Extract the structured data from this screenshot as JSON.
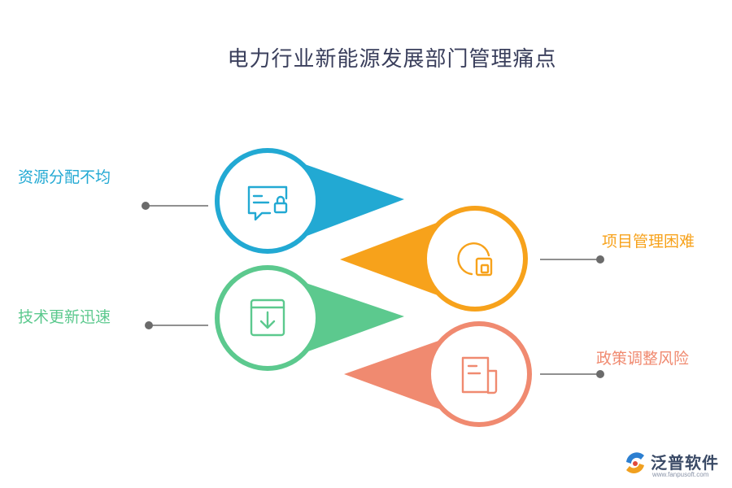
{
  "title": "电力行业新能源发展部门管理痛点",
  "items": [
    {
      "label": "资源分配不均",
      "color": "#22a9d3",
      "icon": "message-lock-icon"
    },
    {
      "label": "项目管理困难",
      "color": "#f7a21b",
      "icon": "pie-chart-icon"
    },
    {
      "label": "技术更新迅速",
      "color": "#5cc98e",
      "icon": "download-box-icon"
    },
    {
      "label": "政策调整风险",
      "color": "#f08a70",
      "icon": "document-icon"
    }
  ],
  "brand": {
    "name": "泛普软件",
    "url": "www.fanpusoft.com"
  },
  "connector_color": "#6b6b6b"
}
